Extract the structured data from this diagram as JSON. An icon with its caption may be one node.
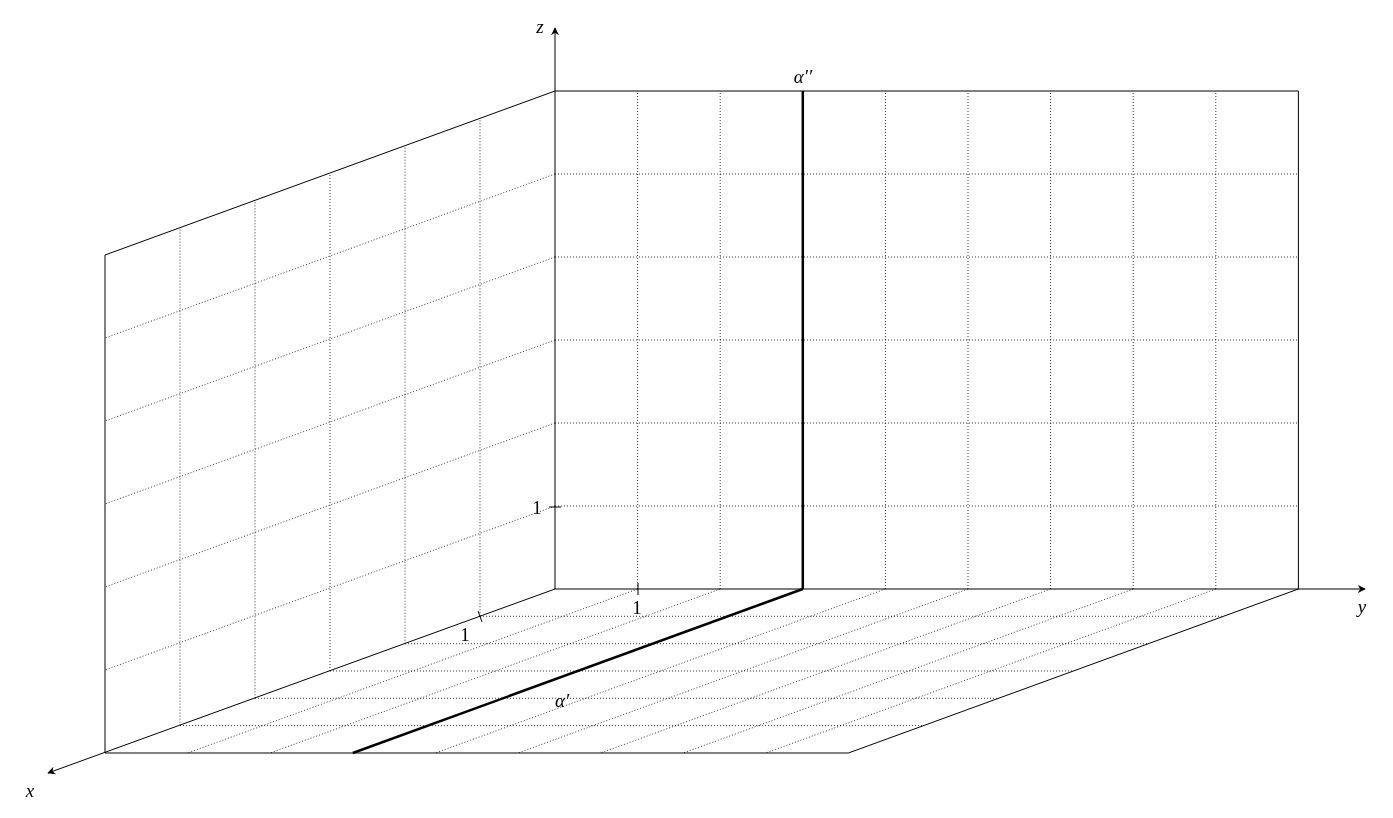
{
  "diagram": {
    "labels": [
      "z",
      "α′′",
      "1",
      "y",
      "1",
      "1",
      "α′",
      "x"
    ]
  }
}
